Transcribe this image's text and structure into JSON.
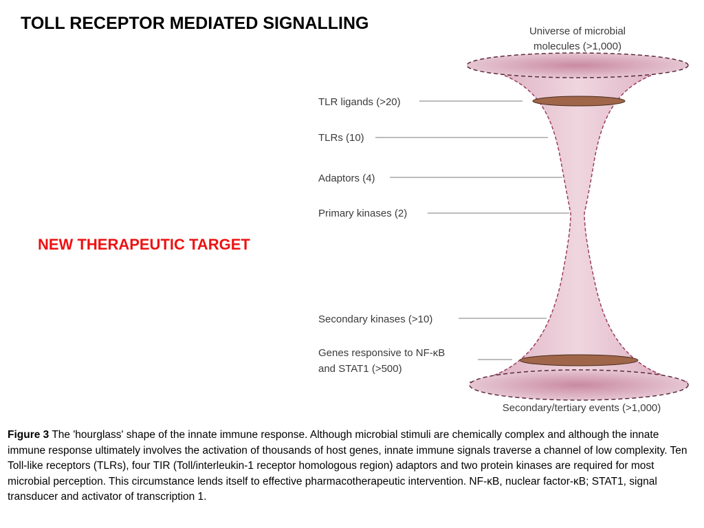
{
  "title": "TOLL RECEPTOR MEDIATED SIGNALLING",
  "callout": "NEW THERAPEUTIC TARGET",
  "diagram": {
    "top_label_line1": "Universe of microbial",
    "top_label_line2": "molecules (>1,000)",
    "bottom_label": "Secondary/tertiary events (>1,000)",
    "levels": [
      {
        "label": "TLR ligands (>20)"
      },
      {
        "label": "TLRs (10)"
      },
      {
        "label": "Adaptors (4)"
      },
      {
        "label": "Primary kinases (2)"
      },
      {
        "label": "Secondary kinases (>10)"
      },
      {
        "label_line1": "Genes responsive to NF-κB",
        "label_line2": "and STAT1 (>500)"
      }
    ],
    "colors": {
      "funnel_fill": "#e2b8c9",
      "funnel_edge": "#9a3d5c",
      "disc_fill": "#a0664a",
      "leader_line": "#7a7a7a"
    }
  },
  "caption": {
    "label": "Figure 3",
    "text": " The 'hourglass' shape of the innate immune response. Although microbial stimuli are chemically complex and although the innate immune response ultimately involves the activation of thousands of host genes, innate immune signals traverse a channel of low complexity. Ten Toll-like receptors (TLRs), four TIR (Toll/interleukin-1 receptor homologous region) adaptors and two protein kinases are required for most microbial perception. This circumstance lends itself to effective pharmacotherapeutic intervention. NF-κB, nuclear factor-κB; STAT1, signal transducer and activator of transcription 1."
  }
}
